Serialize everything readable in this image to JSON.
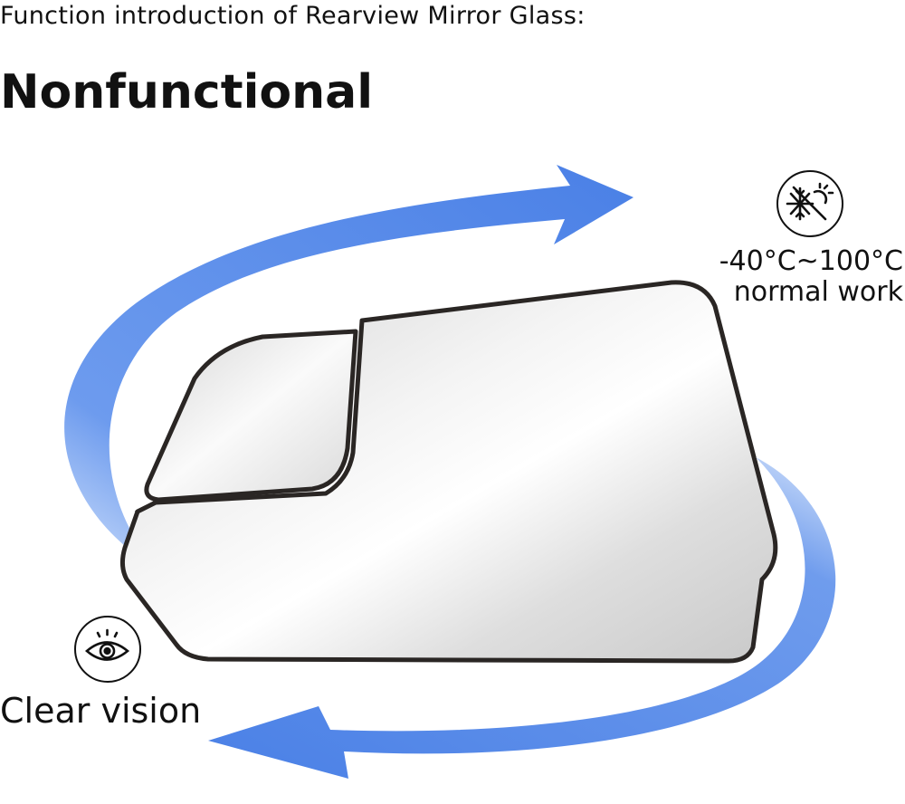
{
  "header": {
    "intro": "Function introduction of Rearview Mirror Glass:",
    "title": "Nonfunctional"
  },
  "features": {
    "temperature_range": "-40°C~100°C",
    "temperature_note": "normal work",
    "vision": "Clear vision"
  },
  "icons": {
    "temperature": "snowflake-sun-icon",
    "vision": "eye-icon"
  },
  "colors": {
    "arrow": "#4f84e6",
    "arrow_light": "#a9c6f5",
    "mirror_frame": "#2a2624",
    "text": "#111111"
  }
}
